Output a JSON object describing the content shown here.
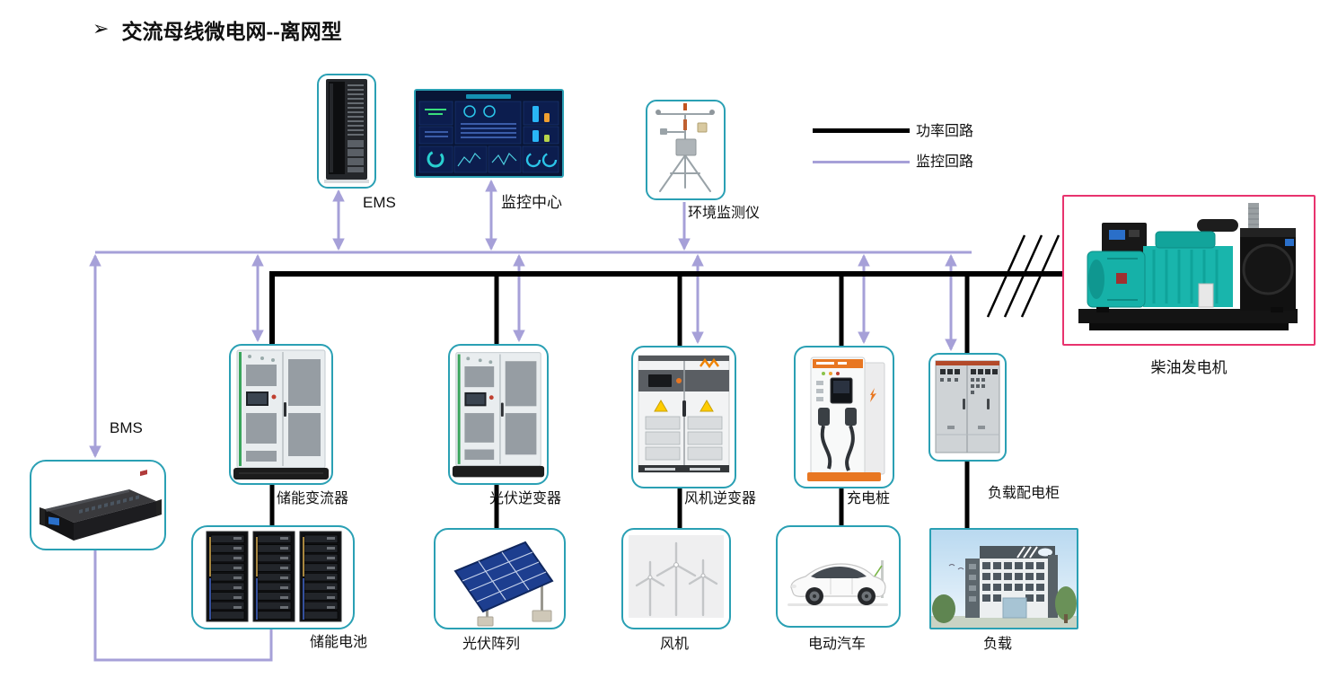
{
  "title": {
    "bullet": "➢",
    "text": "交流母线微电网--离网型"
  },
  "legend": {
    "power_label": "功率回路",
    "monitor_label": "监控回路"
  },
  "colors": {
    "box_border_teal": "#2aa0b4",
    "generator_border_pink": "#e8336e",
    "power_line_black": "#000000",
    "monitor_line_purple": "#a6a0d8"
  },
  "nodes": {
    "ems": {
      "label": "EMS"
    },
    "monitor_center": {
      "label": "监控中心"
    },
    "env_monitor": {
      "label": "环境监测仪"
    },
    "diesel_generator": {
      "label": "柴油发电机"
    },
    "bms": {
      "label": "BMS"
    },
    "storage_converter": {
      "label": "储能变流器"
    },
    "pv_inverter": {
      "label": "光伏逆变器"
    },
    "wind_inverter": {
      "label": "风机逆变器"
    },
    "charging_pile": {
      "label": "充电桩"
    },
    "load_cabinet": {
      "label": "负载配电柜"
    },
    "storage_battery": {
      "label": "储能电池"
    },
    "pv_array": {
      "label": "光伏阵列"
    },
    "wind_turbine": {
      "label": "风机"
    },
    "ev": {
      "label": "电动汽车"
    },
    "load": {
      "label": "负载"
    }
  }
}
